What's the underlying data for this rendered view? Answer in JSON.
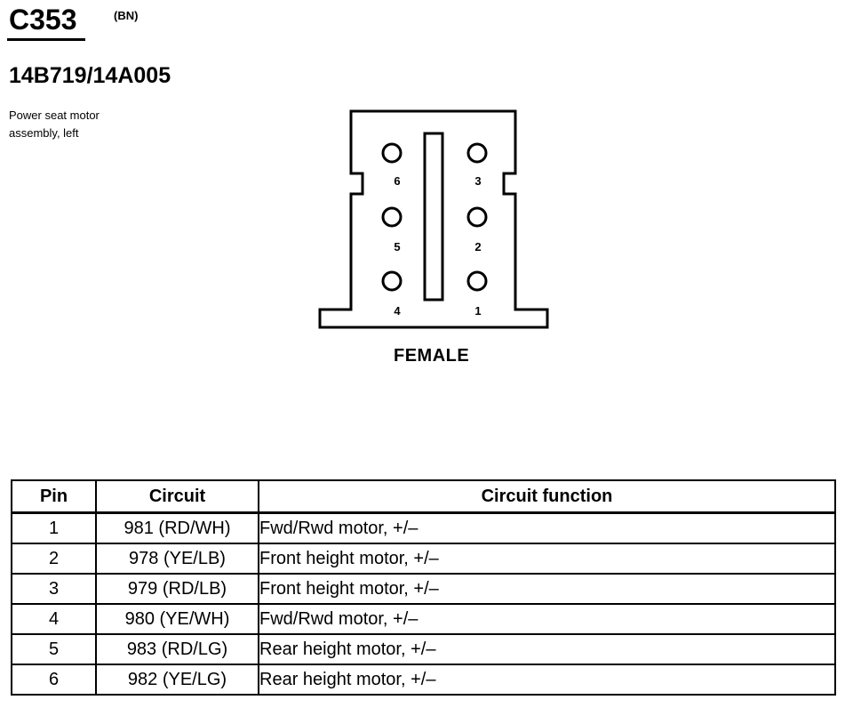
{
  "header": {
    "connector_id": "C353",
    "connector_color": "(BN)",
    "part_number": "14B719/14A005",
    "description_lines": [
      "Power seat motor",
      "assembly, left"
    ]
  },
  "connector": {
    "pins": [
      {
        "num": "6",
        "side": "left",
        "row": 0
      },
      {
        "num": "3",
        "side": "right",
        "row": 0
      },
      {
        "num": "5",
        "side": "left",
        "row": 1
      },
      {
        "num": "2",
        "side": "right",
        "row": 1
      },
      {
        "num": "4",
        "side": "left",
        "row": 2
      },
      {
        "num": "1",
        "side": "right",
        "row": 2
      }
    ],
    "gender": "FEMALE"
  },
  "table": {
    "headers": {
      "pin": "Pin",
      "circuit": "Circuit",
      "function": "Circuit function"
    },
    "rows": [
      {
        "pin": "1",
        "circuit": "981 (RD/WH)",
        "function": "Fwd/Rwd motor, +/–"
      },
      {
        "pin": "2",
        "circuit": "978 (YE/LB)",
        "function": "Front height motor, +/–"
      },
      {
        "pin": "3",
        "circuit": "979 (RD/LB)",
        "function": "Front height motor, +/–"
      },
      {
        "pin": "4",
        "circuit": "980 (YE/WH)",
        "function": "Fwd/Rwd motor, +/–"
      },
      {
        "pin": "5",
        "circuit": "983 (RD/LG)",
        "function": "Rear height motor, +/–"
      },
      {
        "pin": "6",
        "circuit": "982 (YE/LG)",
        "function": "Rear height motor, +/–"
      }
    ]
  }
}
